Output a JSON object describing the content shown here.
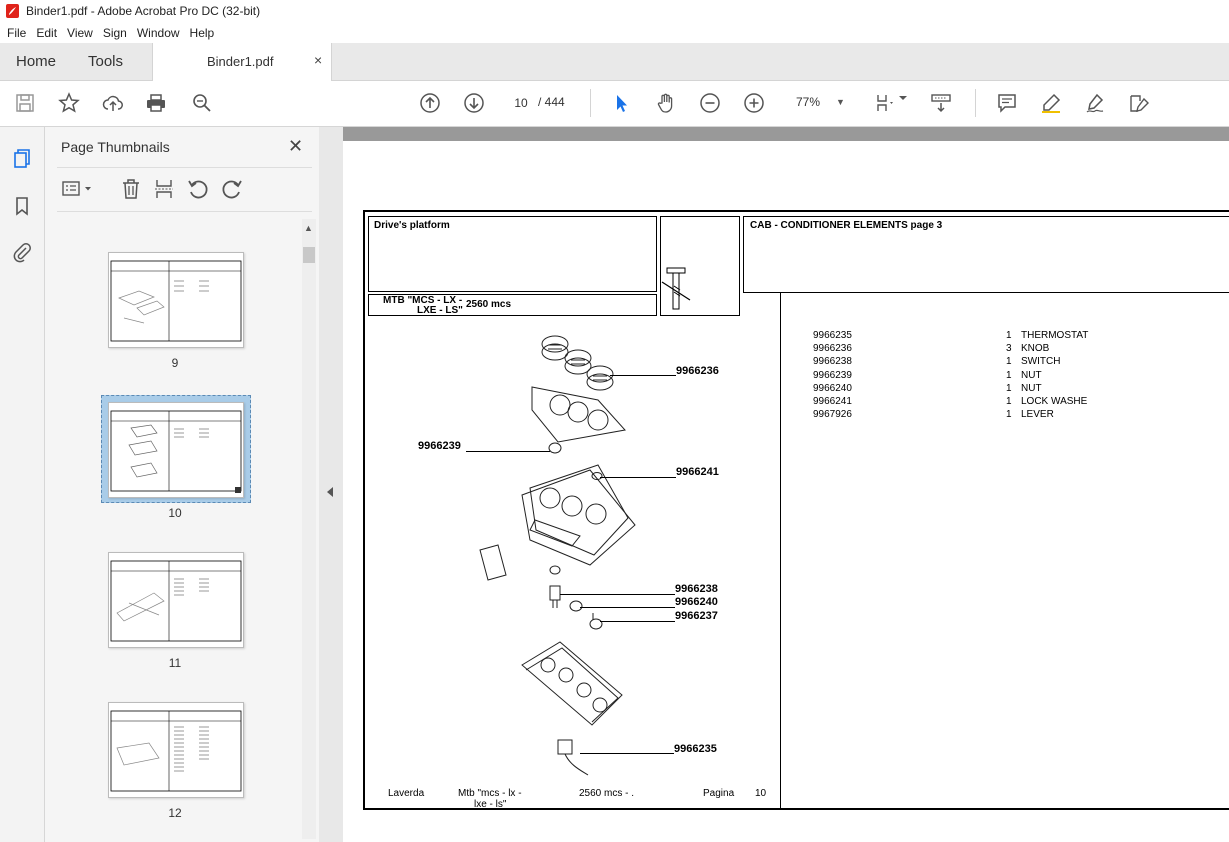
{
  "window": {
    "title": "Binder1.pdf - Adobe Acrobat Pro DC (32-bit)"
  },
  "menu": {
    "items": [
      "File",
      "Edit",
      "View",
      "Sign",
      "Window",
      "Help"
    ]
  },
  "tabs": {
    "home": "Home",
    "tools": "Tools",
    "doc": "Binder1.pdf",
    "close": "×"
  },
  "toolbar": {
    "page_current": "10",
    "page_total": "/ 444",
    "zoom": "77%"
  },
  "panel": {
    "title": "Page Thumbnails",
    "close": "✕",
    "thumbs": [
      {
        "label": "9"
      },
      {
        "label": "10"
      },
      {
        "label": "11"
      },
      {
        "label": "12"
      }
    ]
  },
  "page": {
    "header_left": "Drive's platform",
    "model_line1": "MTB \"MCS - LX -",
    "model_line2": "LXE - LS\"",
    "model_mcs": "2560  mcs",
    "header_title": "CAB - CONDITIONER ELEMENTS  page 3",
    "callouts": {
      "c1": "9966236",
      "c2": "9966239",
      "c3": "9966241",
      "c4": "9966238",
      "c5": "9966240",
      "c6": "9966237",
      "c7": "9966235"
    },
    "parts": [
      {
        "code": "9966235",
        "qty": "1",
        "desc": "THERMOSTAT"
      },
      {
        "code": "9966236",
        "qty": "3",
        "desc": "KNOB"
      },
      {
        "code": "9966238",
        "qty": "1",
        "desc": "SWITCH"
      },
      {
        "code": "9966239",
        "qty": "1",
        "desc": "NUT"
      },
      {
        "code": "9966240",
        "qty": "1",
        "desc": "NUT"
      },
      {
        "code": "9966241",
        "qty": "1",
        "desc": "LOCK WASHE"
      },
      {
        "code": "9967926",
        "qty": "1",
        "desc": "LEVER"
      }
    ],
    "footer": {
      "brand": "Laverda",
      "model1": "Mtb \"mcs - lx -",
      "model2": "lxe - ls\"",
      "mcs": "2560  mcs - .",
      "pagina": "Pagina",
      "pagenum": "10"
    }
  },
  "colors": {
    "accent": "#1a73e8",
    "tab_bg": "#e9e9e9",
    "selection": "#a9cce8"
  }
}
